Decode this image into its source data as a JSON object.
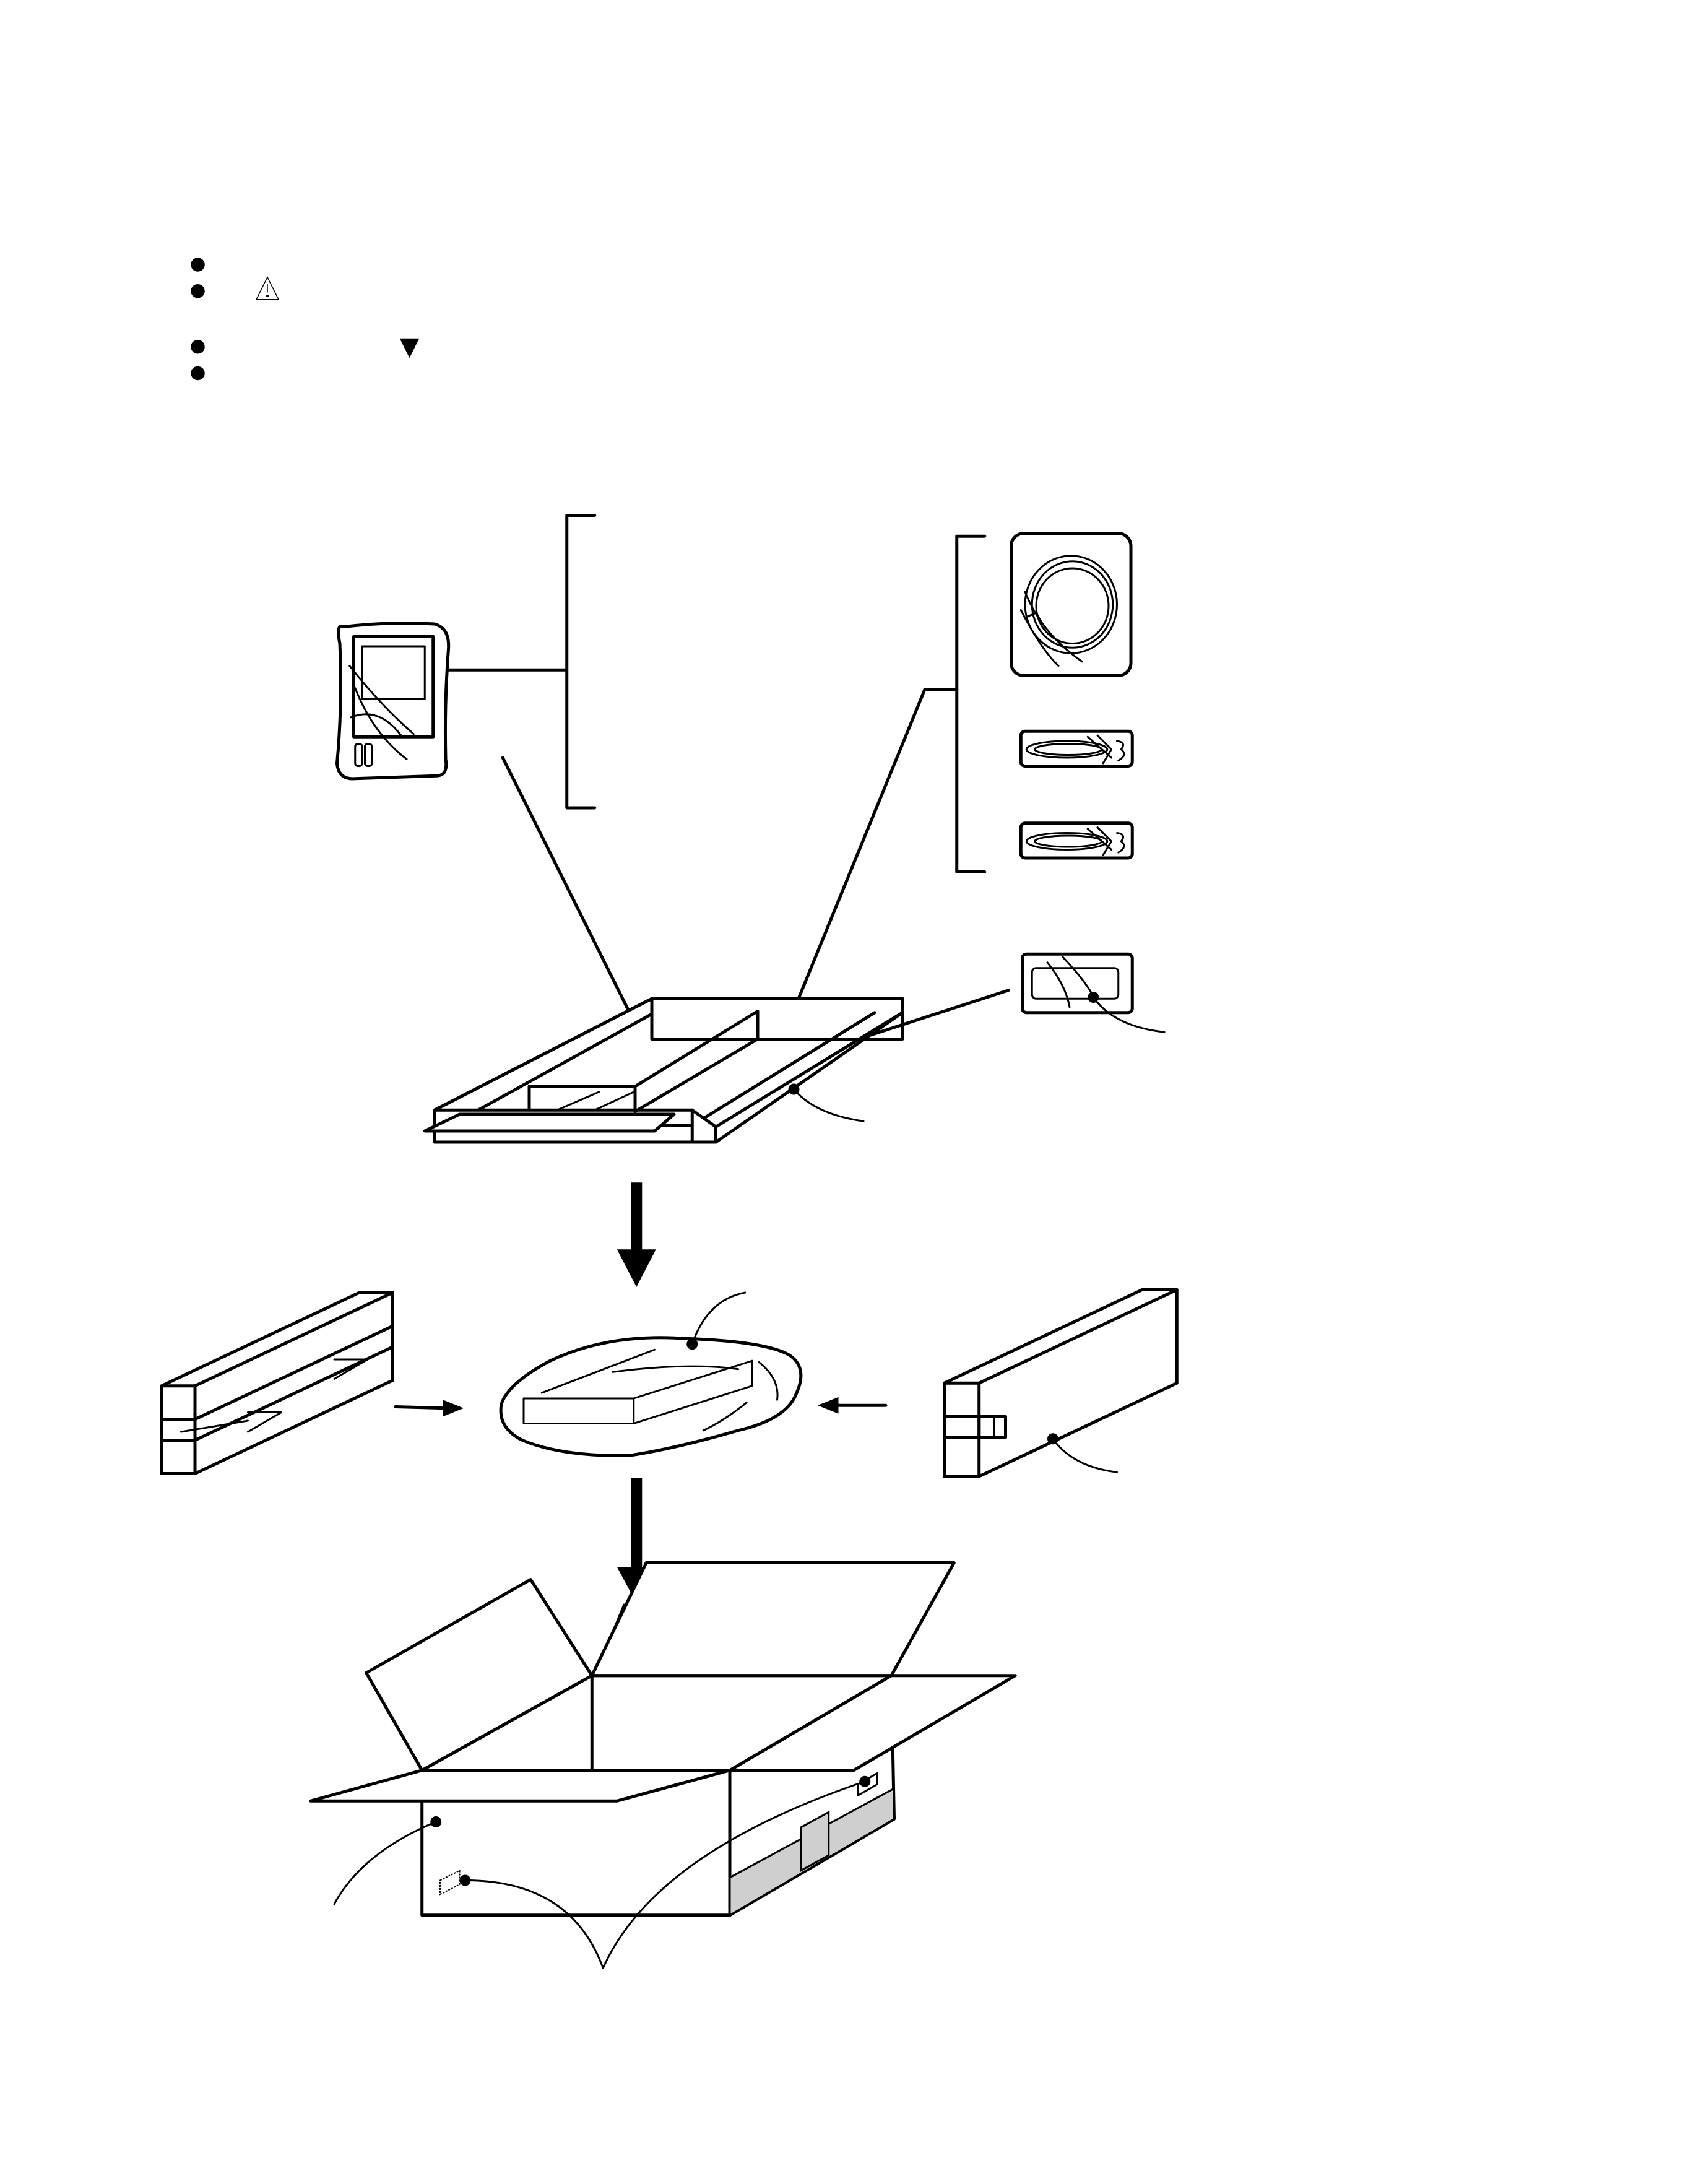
{
  "diagram": {
    "notes": {
      "bullet_count": 4,
      "icons": [
        "warning-triangle-icon",
        "down-triangle-icon"
      ]
    },
    "parts": [
      "manual-pack",
      "cable-coil",
      "cable-bundle-1",
      "cable-bundle-2",
      "small-bag",
      "tray",
      "wrapped-unit",
      "left-end-cushion",
      "right-end-cushion",
      "carton",
      "carton-label"
    ],
    "flow_arrows": 2,
    "colors": {
      "line": "#000000",
      "shade": "#cfcfcf",
      "background": "#ffffff"
    }
  }
}
